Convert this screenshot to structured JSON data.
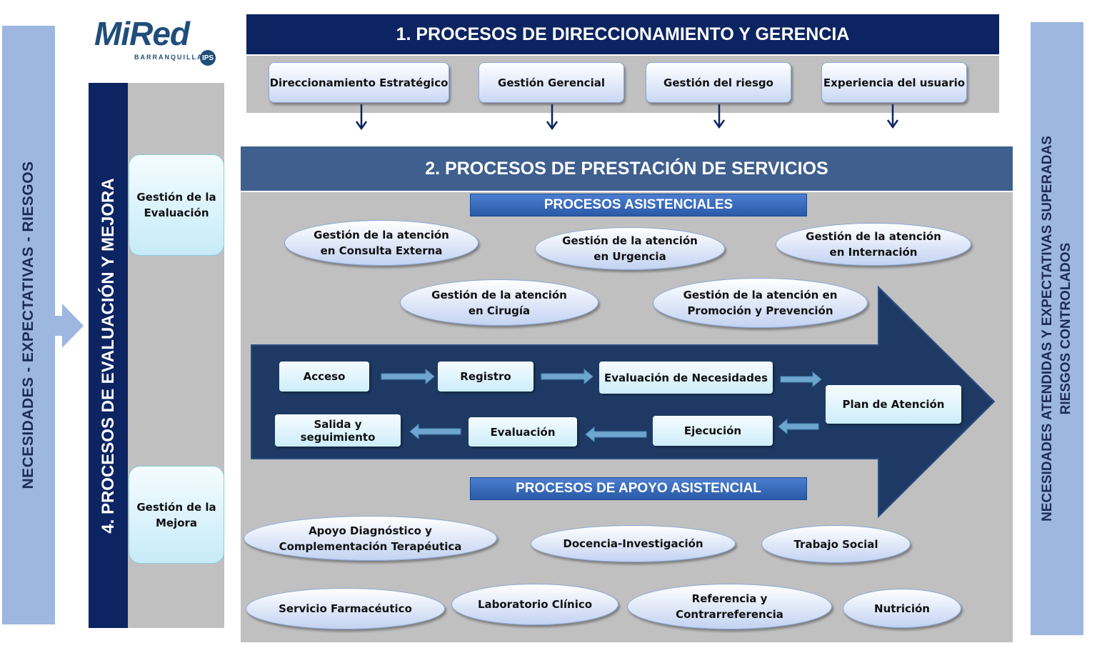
{
  "logo": {
    "name": "MiRed",
    "city": "BARRANQUILLA",
    "badge": "IPS"
  },
  "left_bar": "NECESIDADES - EXPECTATIVAS - RIESGOS",
  "right_bar": {
    "line1": "NECESIDADES ATENDIDAS Y EXPECTATIVAS SUPERADAS",
    "line2": "RIESGOS CONTROLADOS"
  },
  "section1": {
    "title": "1. PROCESOS DE DIRECCIONAMIENTO Y GERENCIA",
    "items": [
      "Direccionamiento Estratégico",
      "Gestión Gerencial",
      "Gestión del riesgo",
      "Experiencia del usuario"
    ]
  },
  "section2": {
    "title": "2. PROCESOS DE PRESTACIÓN DE SERVICIOS",
    "asistenciales_label": "PROCESOS  ASISTENCIALES",
    "asistenciales": [
      "Gestión de la atención\nen Consulta Externa",
      "Gestión de la atención\nen Urgencia",
      "Gestión de la atención\nen Internación",
      "Gestión de la atención\nen Cirugía",
      "Gestión de la atención en\nPromoción y Prevención"
    ],
    "flow": [
      "Acceso",
      "Registro",
      "Evaluación de Necesidades",
      "Plan de Atención",
      "Ejecución",
      "Evaluación",
      "Salida y seguimiento"
    ],
    "apoyo_label": "PROCESOS DE APOYO ASISTENCIAL",
    "apoyo": [
      "Apoyo Diagnóstico y\nComplementación Terapéutica",
      "Docencia-Investigación",
      "Trabajo Social",
      "Servicio Farmacéutico",
      "Laboratorio Clínico",
      "Referencia y\nContrarreferencia",
      "Nutrición"
    ]
  },
  "section4": {
    "title": "4. PROCESOS DE EVALUACIÓN Y MEJORA",
    "items": [
      "Gestión de la\nEvaluación",
      "Gestión de la\nMejora"
    ]
  },
  "colors": {
    "navy": "#0c2461",
    "steel": "#3f5f8f",
    "flow_dark": "#1e3a64",
    "sidebar": "#9db7e0",
    "grey": "#c0c0c0"
  }
}
